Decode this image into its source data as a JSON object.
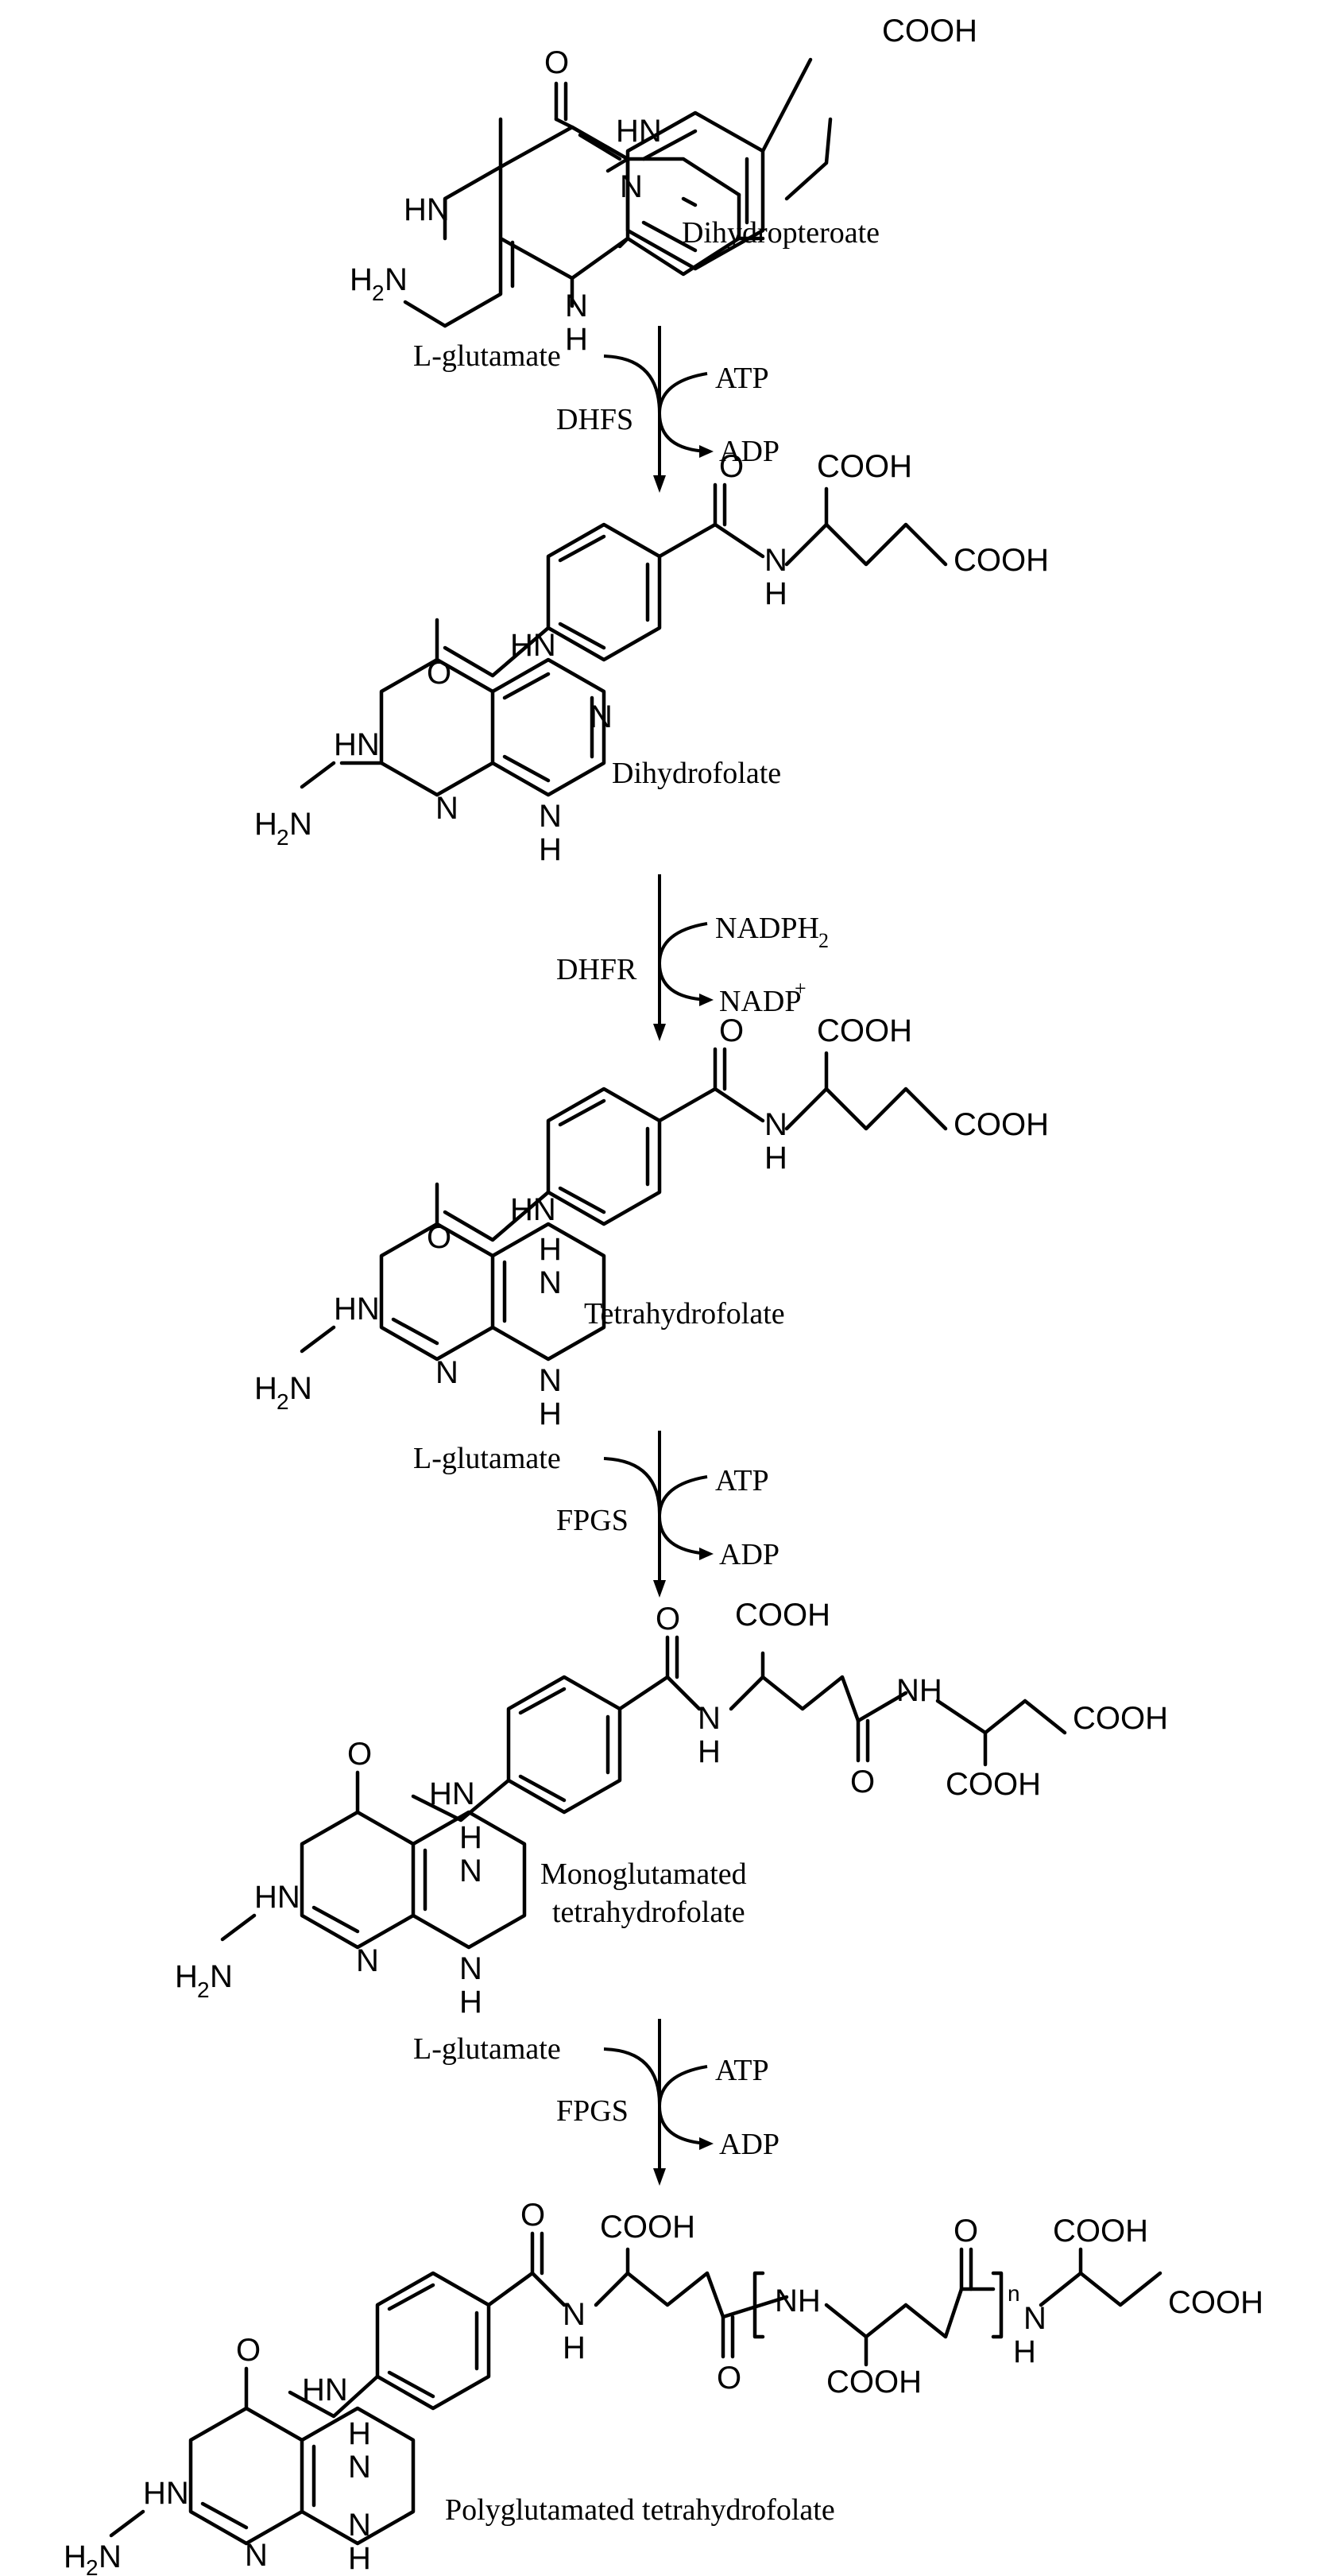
{
  "compounds": {
    "dihydropteroate": "Dihydropteroate",
    "dihydrofolate": "Dihydrofolate",
    "tetrahydrofolate": "Tetrahydrofolate",
    "mono_line1": "Monoglutamated",
    "mono_line2": "tetrahydrofolate",
    "poly": "Polyglutamated tetrahydrofolate"
  },
  "steps": [
    {
      "enzyme": "DHFS",
      "substrate": "L-glutamate",
      "cofactor_in": "ATP",
      "cofactor_out": "ADP"
    },
    {
      "enzyme": "DHFR",
      "cofactor_in": "NADPH",
      "cofactor_in_sub": "2",
      "cofactor_out": "NADP",
      "cofactor_out_sup": "+"
    },
    {
      "enzyme": "FPGS",
      "substrate": "L-glutamate",
      "cofactor_in": "ATP",
      "cofactor_out": "ADP"
    },
    {
      "enzyme": "FPGS",
      "substrate": "L-glutamate",
      "cofactor_in": "ATP",
      "cofactor_out": "ADP"
    }
  ],
  "atoms": {
    "cooh": "COOH",
    "hn": "HN",
    "nh": "NH",
    "n": "N",
    "h": "H",
    "o": "O",
    "h2n_h": "H",
    "h2n_2": "2",
    "h2n_n": "N",
    "repeat_n": "n"
  },
  "colors": {
    "ink": "#000000",
    "background": "#ffffff"
  }
}
